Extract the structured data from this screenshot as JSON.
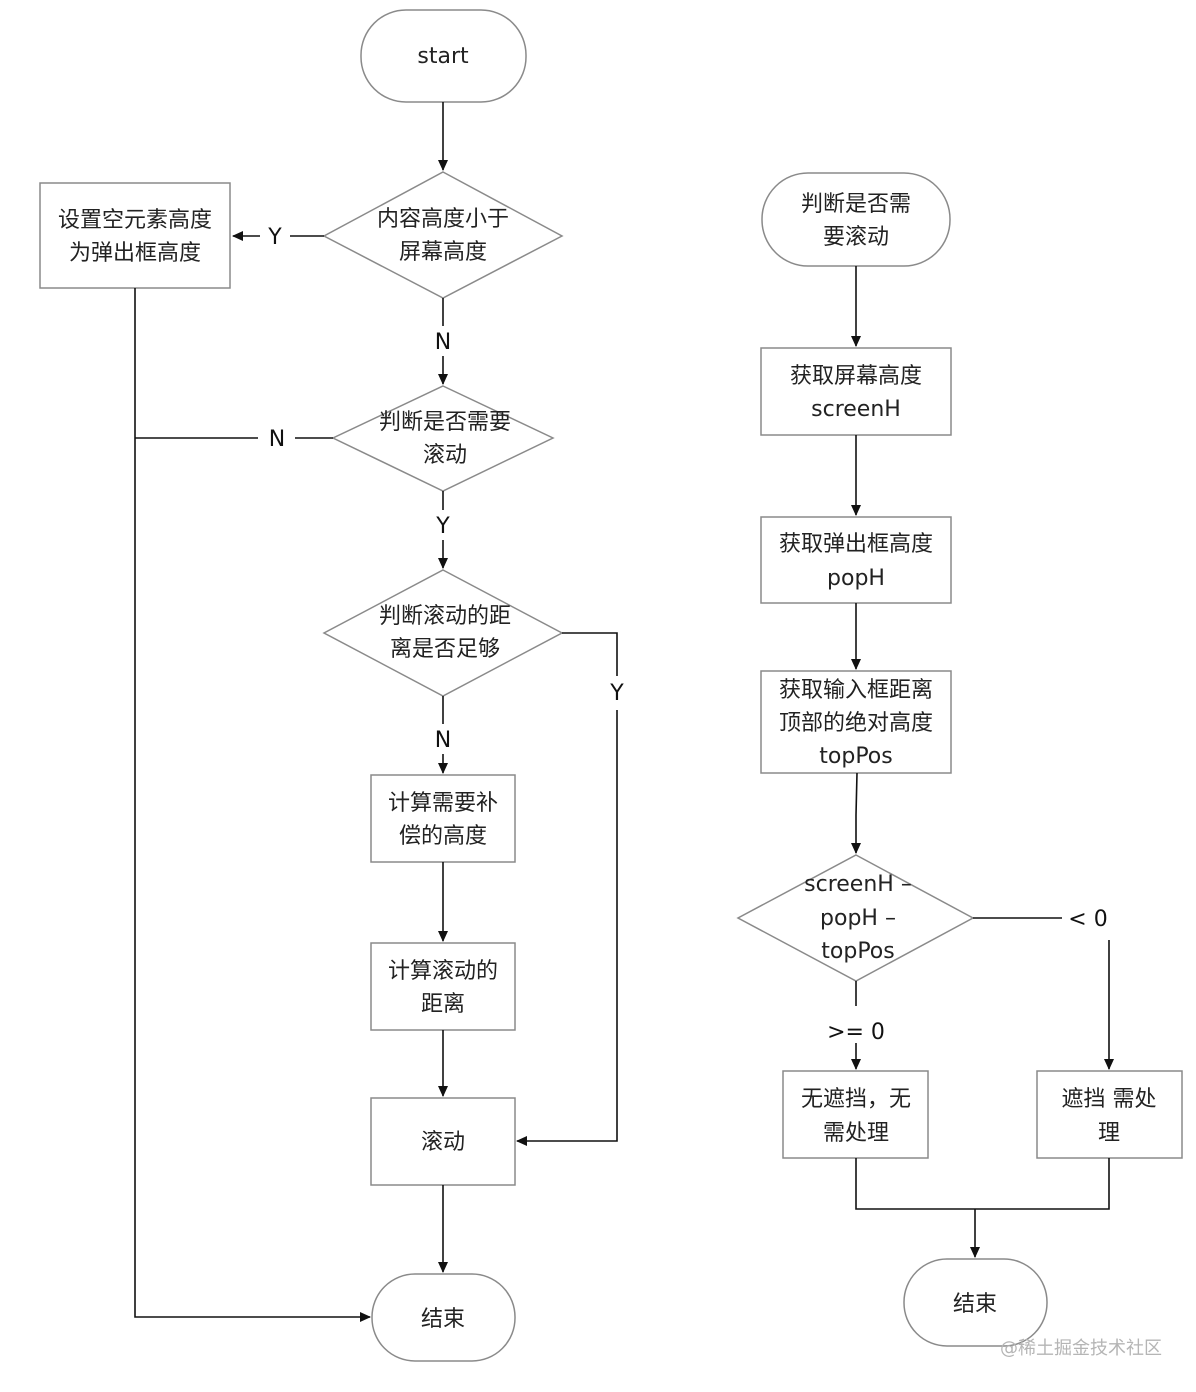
{
  "left_flow": {
    "start": "start",
    "decision_content_height": [
      "内容高度小于",
      "屏幕高度"
    ],
    "set_empty_height": [
      "设置空元素高度",
      "为弹出框高度"
    ],
    "decision_need_scroll": [
      "判断是否需要",
      "滚动"
    ],
    "decision_scroll_enough": [
      "判断滚动的距",
      "离是否足够"
    ],
    "calc_compensate": [
      "计算需要补",
      "偿的高度"
    ],
    "calc_scroll_distance": [
      "计算滚动的",
      "距离"
    ],
    "scroll": "滚动",
    "end": "结束",
    "label_y_1": "Y",
    "label_n_1": "N",
    "label_n_2": "N",
    "label_y_2": "Y",
    "label_n_3": "N",
    "label_y_3": "Y"
  },
  "right_flow": {
    "start": [
      "判断是否需",
      "要滚动"
    ],
    "get_screen_height": [
      "获取屏幕高度",
      "screenH"
    ],
    "get_pop_height": [
      "获取弹出框高度",
      "popH"
    ],
    "get_input_top": [
      "获取输入框距离",
      "顶部的绝对高度",
      "topPos"
    ],
    "decision_formula": [
      "screenH –",
      "popH –",
      "topPos"
    ],
    "label_lt0": "< 0",
    "label_ge0": ">= 0",
    "no_block": [
      "无遮挡，无",
      "需处理"
    ],
    "block": [
      "遮挡 需处",
      "理"
    ],
    "end": "结束"
  },
  "watermark": "@稀土掘金技术社区"
}
